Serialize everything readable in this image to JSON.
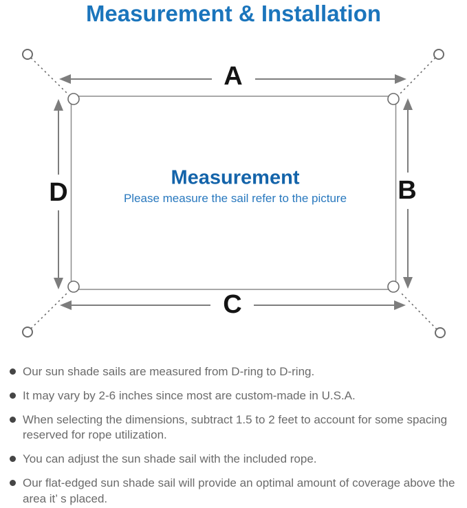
{
  "title": "Measurement & Installation",
  "diagram": {
    "labels": {
      "top": "A",
      "right": "B",
      "bottom": "C",
      "left": "D"
    },
    "center_title": "Measurement",
    "center_subtitle": "Please measure the sail refer to the picture",
    "colors": {
      "title_blue": "#1b75bc",
      "center_title_blue": "#1464aa",
      "subtitle_blue": "#2878be",
      "line_gray": "#7d7d7d",
      "anchor_gray": "#6b6b6b",
      "dimension_label_black": "#141414",
      "note_text_gray": "#6a6a6a"
    }
  },
  "notes": [
    "Our sun shade sails are measured from D-ring to D-ring.",
    "It may vary by 2-6 inches since most are custom-made in U.S.A.",
    "When selecting the dimensions, subtract 1.5 to 2 feet to account for some spacing reserved for rope utilization.",
    "You can adjust the sun shade sail with the included rope.",
    "Our flat-edged sun shade sail will provide an optimal amount of coverage above the area it’ s placed."
  ]
}
